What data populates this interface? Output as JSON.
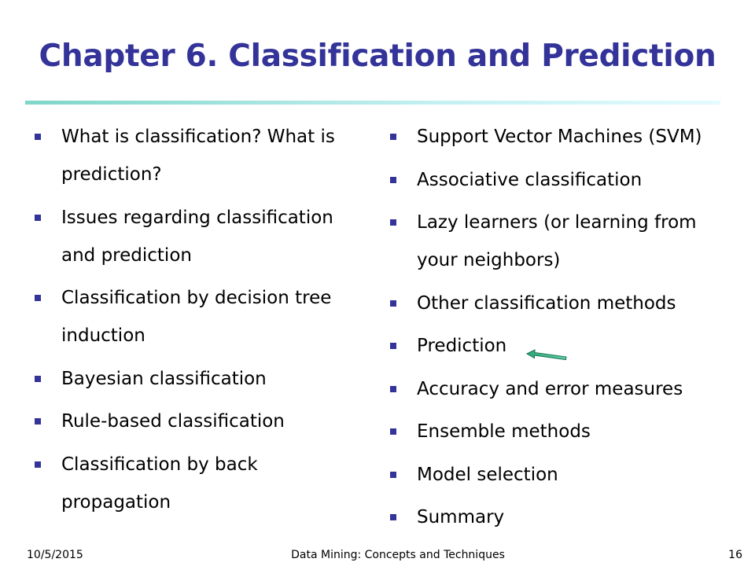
{
  "slide": {
    "title": "Chapter 6. Classification and Prediction",
    "accent_color": "#333399",
    "rule_colors": [
      "#7fd6c8",
      "#e4fbff"
    ]
  },
  "left_bullets": [
    "What is classification? What is prediction?",
    "Issues regarding classification and prediction",
    "Classification by decision tree induction",
    "Bayesian classification",
    "Rule-based classification",
    "Classification by back propagation"
  ],
  "right_bullets": [
    "Support Vector Machines (SVM)",
    "Associative classification",
    "Lazy learners (or learning from your neighbors)",
    "Other classification methods",
    "Prediction",
    "Accuracy and error measures",
    "Ensemble methods",
    "Model selection",
    "Summary"
  ],
  "annotation": {
    "icon": "arrow-left-icon",
    "color": "#2aa87a",
    "points_to": "Prediction"
  },
  "footer": {
    "date": "10/5/2015",
    "center": "Data Mining: Concepts and Techniques",
    "page": "16"
  }
}
